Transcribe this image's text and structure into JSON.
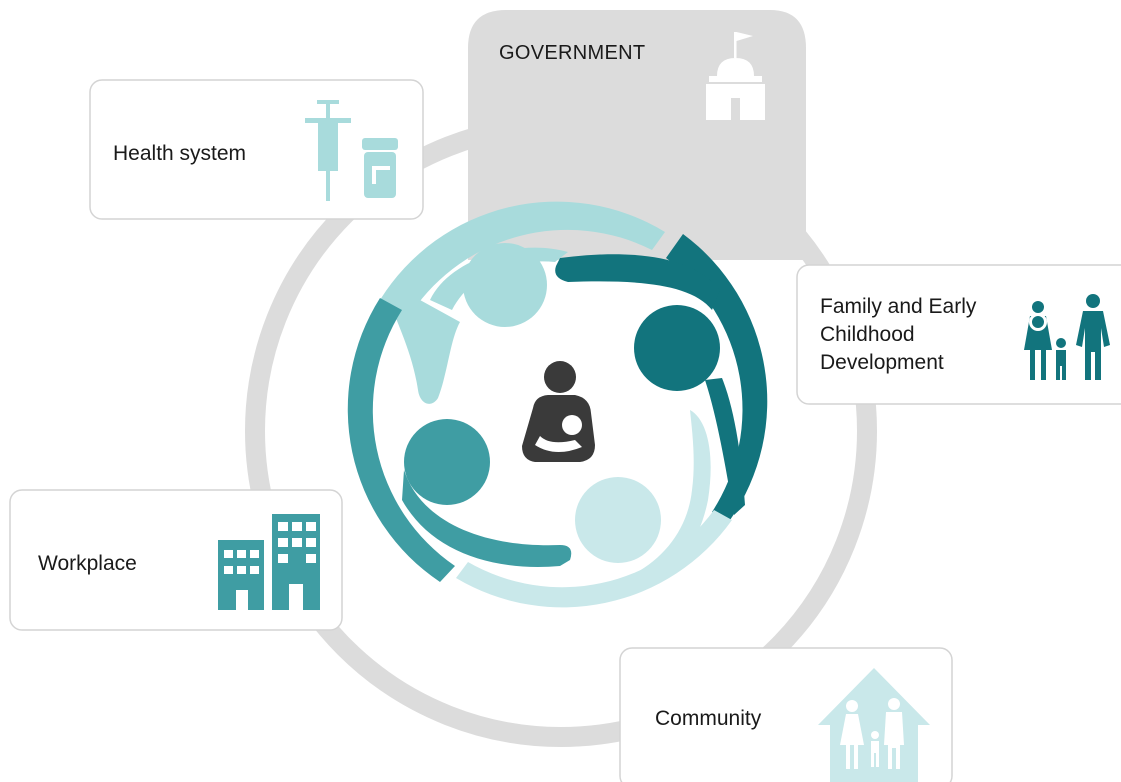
{
  "government": {
    "label": "GOVERNMENT",
    "icon": "capitol-building-icon"
  },
  "sectors": {
    "health": {
      "label": "Health system",
      "icons": [
        "syringe-icon",
        "medicine-jar-icon"
      ]
    },
    "family": {
      "lines": [
        "Family and Early",
        "Childhood",
        "Development"
      ],
      "icon": "family-icon"
    },
    "workplace": {
      "label": "Workplace",
      "icon": "office-buildings-icon"
    },
    "community": {
      "label": "Community",
      "icon": "house-family-icon"
    }
  },
  "center": {
    "icon": "breastfeeding-mother-icon"
  },
  "colors": {
    "ring": "#dcdcdc",
    "gov_panel": "#dcdcdc",
    "card_border": "#d4d4d4",
    "health_teal": "#a8dbdc",
    "family_teal": "#12747d",
    "workplace_teal": "#3f9da3",
    "community_teal": "#c9e8ea",
    "center_gray": "#3a3a3a"
  }
}
